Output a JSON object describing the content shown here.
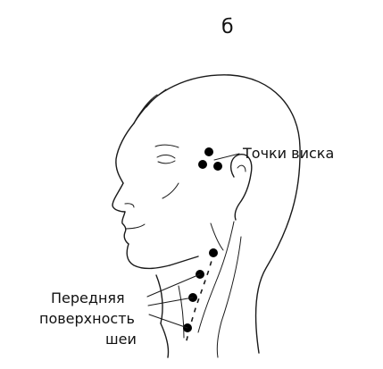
{
  "panel_label": "б",
  "labels": {
    "temple": "Точки виска",
    "neck_line1": "Передняя",
    "neck_line2": "поверхность",
    "neck_line3": "шеи"
  },
  "colors": {
    "ink": "#1a1a1a",
    "points": "#000000",
    "background": "#ffffff"
  }
}
